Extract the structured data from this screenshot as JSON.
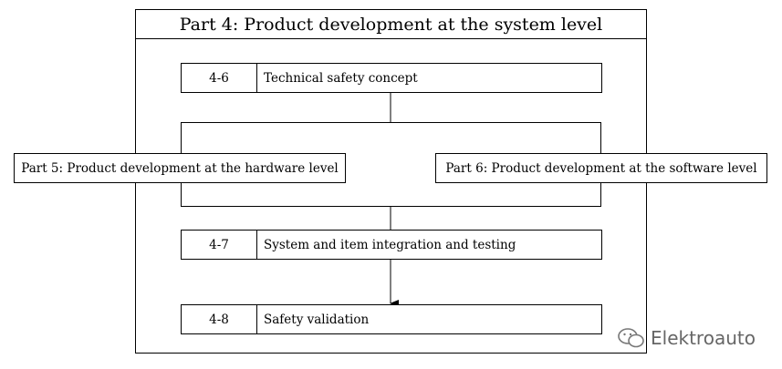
{
  "title": "Part 4: Product development at the system level",
  "steps": [
    {
      "num": "4-6",
      "label": "Technical safety concept"
    },
    {
      "num": "4-7",
      "label": "System and item integration and testing"
    },
    {
      "num": "4-8",
      "label": "Safety validation"
    }
  ],
  "left_part": "Part 5: Product development at the hardware level",
  "right_part": "Part 6: Product development at the software level",
  "watermark": "Elektroauto",
  "watermark_icon": "wechat-icon"
}
